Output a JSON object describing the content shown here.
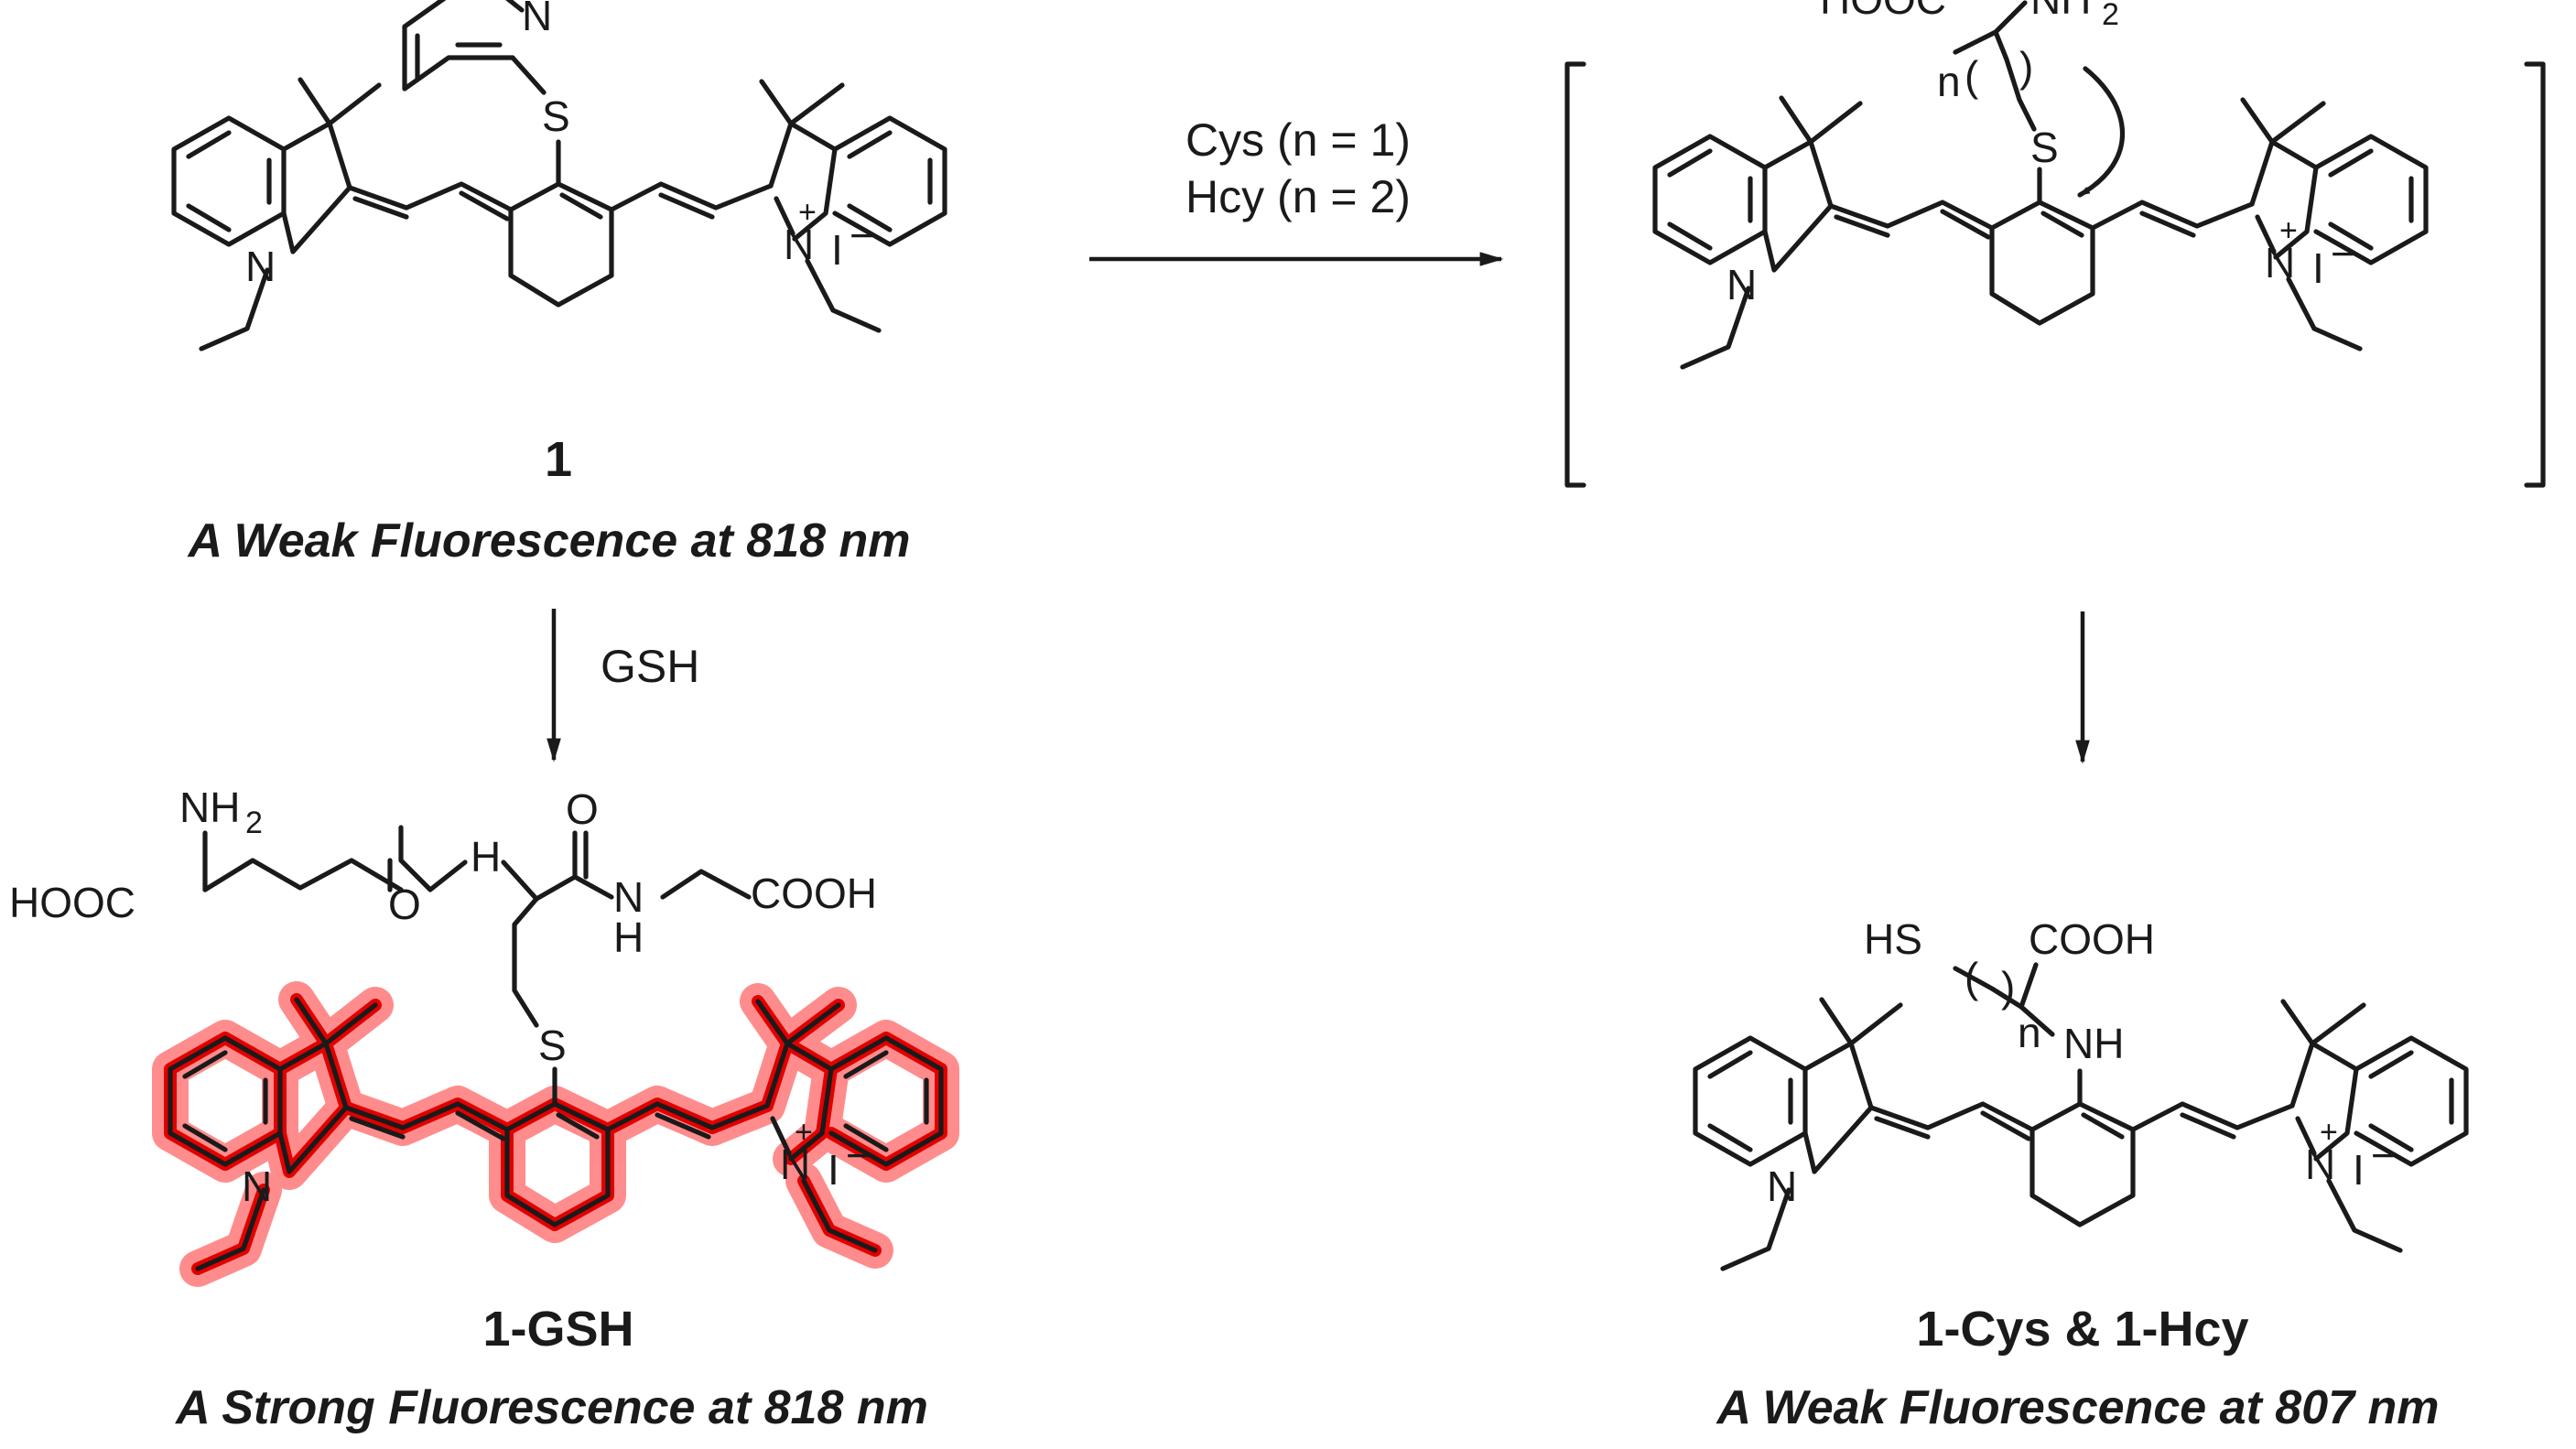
{
  "reagents": {
    "cys": "Cys (n = 1)",
    "hcy": "Hcy (n = 2)",
    "gsh": "GSH"
  },
  "compounds": {
    "c1": {
      "label": "1",
      "caption": "A Weak Fluorescence at 818 nm"
    },
    "gsh": {
      "label": "1-GSH",
      "caption": "A Strong Fluorescence at 818 nm"
    },
    "cys": {
      "label": "1-Cys & 1-Hcy",
      "caption": "A Weak Fluorescence at 807 nm"
    }
  },
  "atoms": {
    "N": "N",
    "S": "S",
    "NH": "NH",
    "H": "H",
    "O": "O",
    "HS": "HS",
    "iodide": "I",
    "minus": "−",
    "plus": "+",
    "HOOC": "HOOC",
    "COOH": "COOH",
    "NH2": "NH",
    "sub2": "2",
    "n": "n",
    "paren_open": "(",
    "paren_close": ")"
  },
  "colors": {
    "highlight": "#ff3030",
    "ink": "#1a1a1a"
  }
}
